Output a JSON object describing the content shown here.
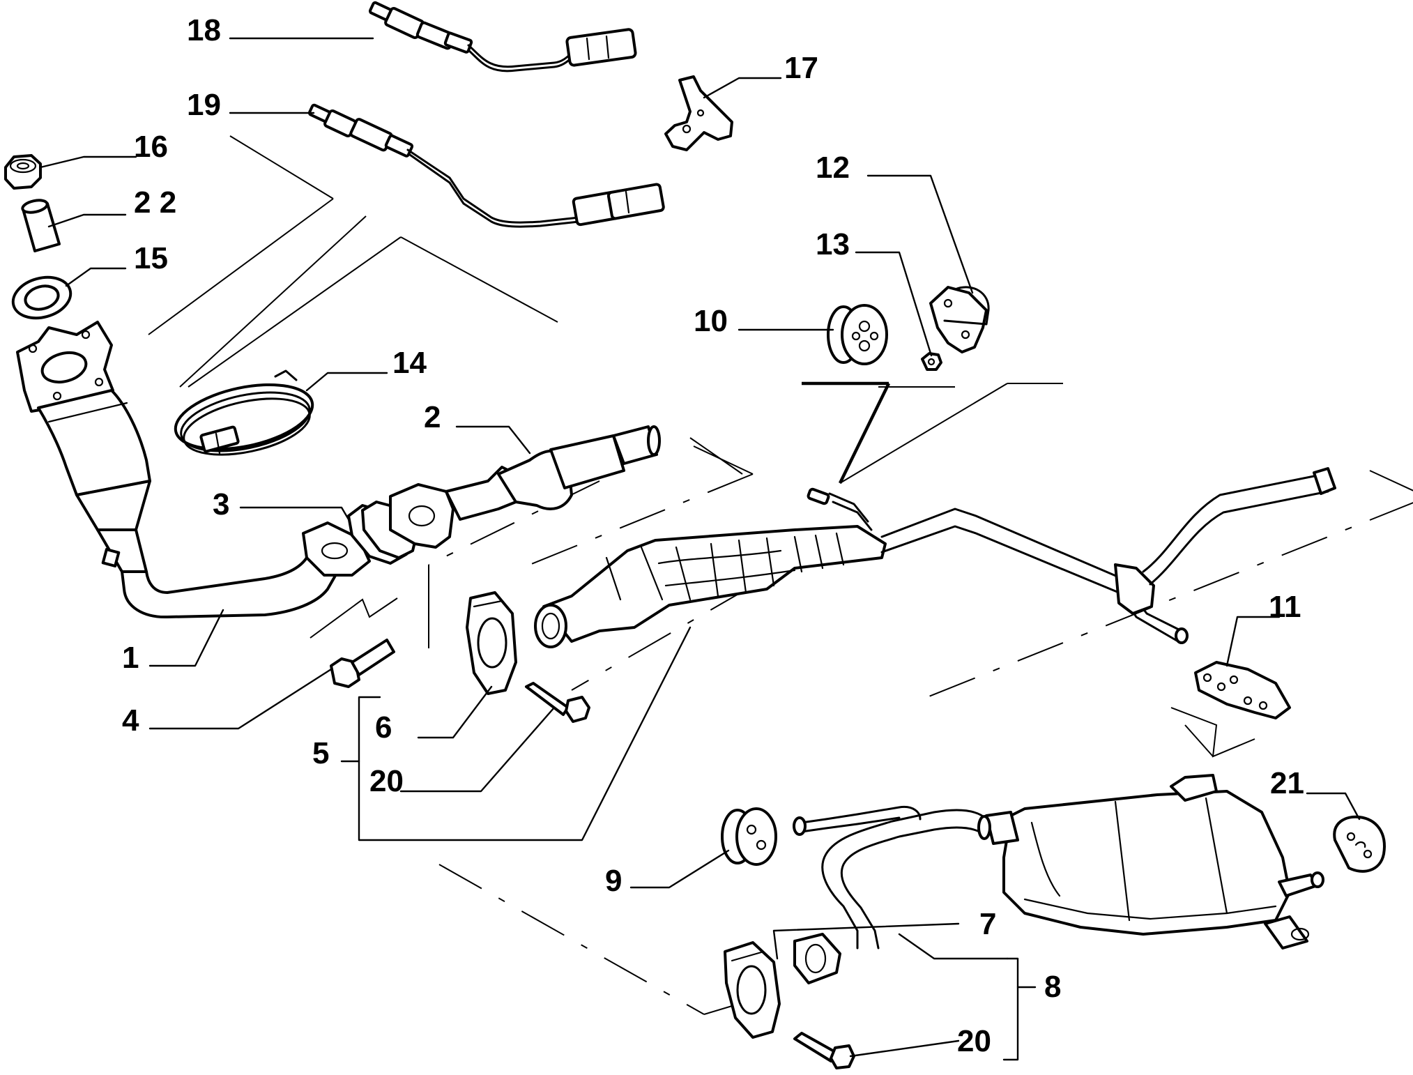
{
  "diagram": {
    "callouts": [
      {
        "id": "c18",
        "text": "18"
      },
      {
        "id": "c17",
        "text": "17"
      },
      {
        "id": "c19",
        "text": "19"
      },
      {
        "id": "c16",
        "text": "16"
      },
      {
        "id": "c22",
        "text": "2 2"
      },
      {
        "id": "c15",
        "text": "15"
      },
      {
        "id": "c12",
        "text": "12"
      },
      {
        "id": "c13",
        "text": "13"
      },
      {
        "id": "c10",
        "text": "10"
      },
      {
        "id": "c14",
        "text": "14"
      },
      {
        "id": "c2",
        "text": "2"
      },
      {
        "id": "c3",
        "text": "3"
      },
      {
        "id": "c1",
        "text": "1"
      },
      {
        "id": "c4",
        "text": "4"
      },
      {
        "id": "c6",
        "text": "6"
      },
      {
        "id": "c5",
        "text": "5"
      },
      {
        "id": "c20a",
        "text": "20"
      },
      {
        "id": "c11",
        "text": "11"
      },
      {
        "id": "c21",
        "text": "21"
      },
      {
        "id": "c9",
        "text": "9"
      },
      {
        "id": "c7",
        "text": "7"
      },
      {
        "id": "c8",
        "text": "8"
      },
      {
        "id": "c20b",
        "text": "20"
      }
    ]
  }
}
